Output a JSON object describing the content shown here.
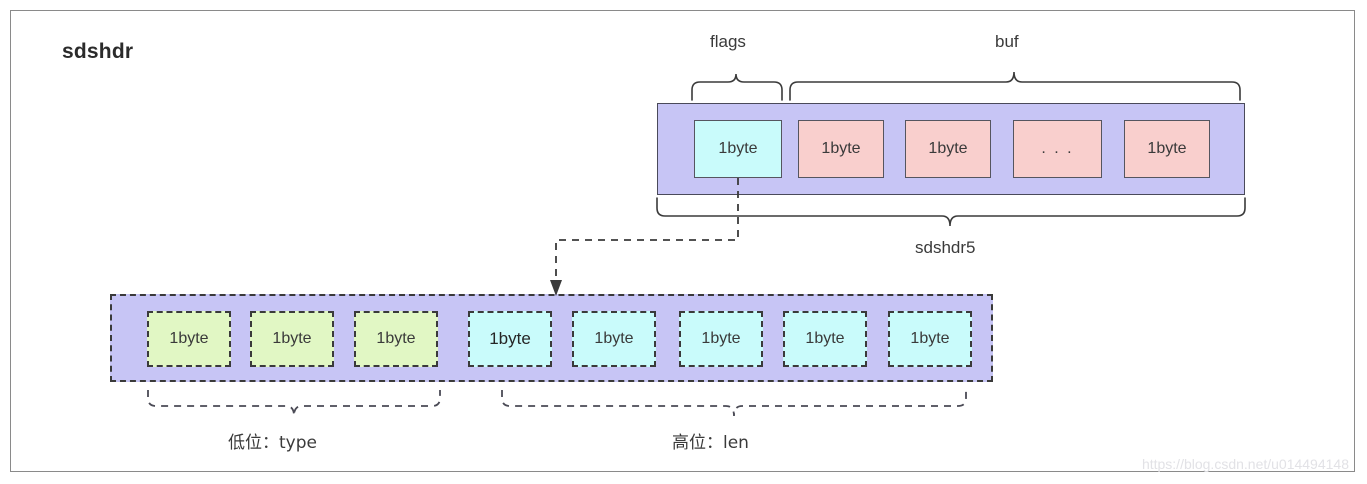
{
  "diagram": {
    "title": "sdshdr",
    "watermark": "https://blog.csdn.net/u014494148",
    "colors": {
      "band_fill": "#c7c5f5",
      "cell_pink": "#f9cfcd",
      "cell_cyan": "#c9fbfb",
      "cell_green": "#e1f7c4",
      "stroke": "#3a3a3a",
      "frame": "#8a8a8a"
    },
    "top_row": {
      "braces": {
        "flags_label": "flags",
        "buf_label": "buf",
        "bottom_label": "sdshdr5"
      },
      "cells": [
        {
          "label": "1byte",
          "color": "cyan",
          "role": "flags"
        },
        {
          "label": "1byte",
          "color": "pink",
          "role": "buf"
        },
        {
          "label": "1byte",
          "color": "pink",
          "role": "buf"
        },
        {
          "label": ". . .",
          "color": "pink",
          "role": "buf-ellipsis"
        },
        {
          "label": "1byte",
          "color": "pink",
          "role": "buf"
        }
      ]
    },
    "bottom_row": {
      "braces": {
        "low_label": "低位：type",
        "high_label": "高位：len"
      },
      "cells": [
        {
          "label": "1byte",
          "color": "green",
          "role": "type"
        },
        {
          "label": "1byte",
          "color": "green",
          "role": "type"
        },
        {
          "label": "1byte",
          "color": "green",
          "role": "type"
        },
        {
          "label": "1byte",
          "color": "cyan",
          "role": "len"
        },
        {
          "label": "1byte",
          "color": "cyan",
          "role": "len"
        },
        {
          "label": "1byte",
          "color": "cyan",
          "role": "len"
        },
        {
          "label": "1byte",
          "color": "cyan",
          "role": "len"
        },
        {
          "label": "1byte",
          "color": "cyan",
          "role": "len"
        }
      ]
    }
  }
}
